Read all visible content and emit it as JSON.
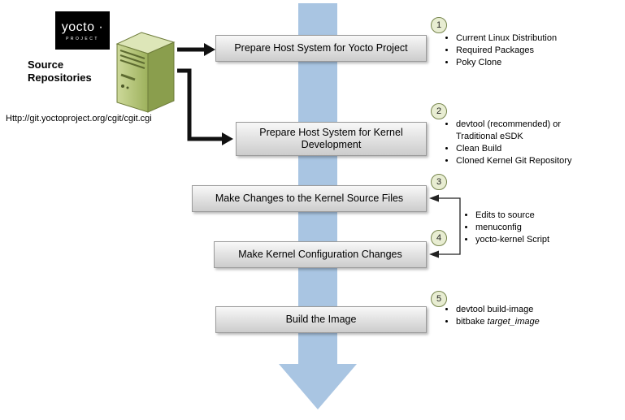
{
  "logo": {
    "title": "yocto ·",
    "subtitle": "PROJECT"
  },
  "source": {
    "label": "Source Repositories",
    "url": "Http://git.yoctoproject.org/cgit/cgit.cgi"
  },
  "icons": {
    "server": "server-icon",
    "workflow_arrow": "down-arrow"
  },
  "steps": [
    {
      "num": "1",
      "label": "Prepare Host System for Yocto Project",
      "bullets": [
        "Current Linux Distribution",
        "Required Packages",
        "Poky Clone"
      ]
    },
    {
      "num": "2",
      "label": "Prepare Host System for Kernel Development",
      "bullets": [
        "devtool (recommended) or Traditional eSDK",
        "Clean Build",
        "Cloned Kernel Git Repository"
      ]
    },
    {
      "num": "3",
      "label": "Make Changes to the Kernel Source Files",
      "bullets": []
    },
    {
      "num": "4",
      "label": "Make Kernel Configuration Changes",
      "bullets": []
    },
    {
      "num": "5",
      "label": "Build the Image",
      "bullets": [
        "devtool build-image"
      ],
      "bullet2_cmd": "bitbake",
      "bullet2_arg": "target_image"
    }
  ],
  "shared_bullets": [
    "Edits to source",
    "menuconfig",
    "yocto-kernel Script"
  ],
  "colors": {
    "arrow_blue": "#a9c5e2",
    "box_gray": "#d9d9d9",
    "circle_fill": "#e8edd2",
    "circle_border": "#77864e",
    "server_green": "#9db15c"
  }
}
